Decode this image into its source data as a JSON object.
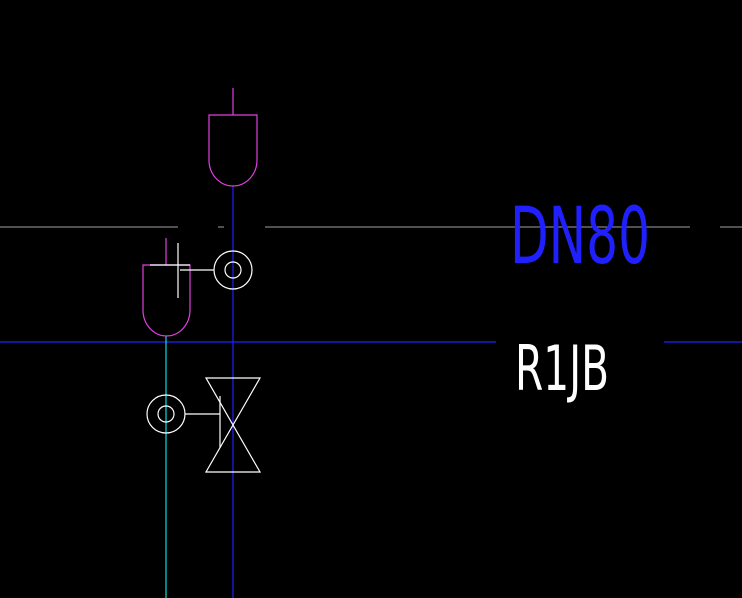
{
  "drawing": {
    "background": "#000000",
    "colors": {
      "pipe_blue": "#2020FF",
      "pipe_cyan": "#00E0E0",
      "symbol_magenta": "#E040E0",
      "symbol_white": "#FFFFFF",
      "grey_line": "#A0A0A0"
    },
    "labels": {
      "pipe_size": "DN80",
      "pipe_code": "R1JB"
    },
    "symbols": {
      "sprinkler_heads": 2,
      "gauge_circles": 2,
      "valves": 1
    }
  }
}
